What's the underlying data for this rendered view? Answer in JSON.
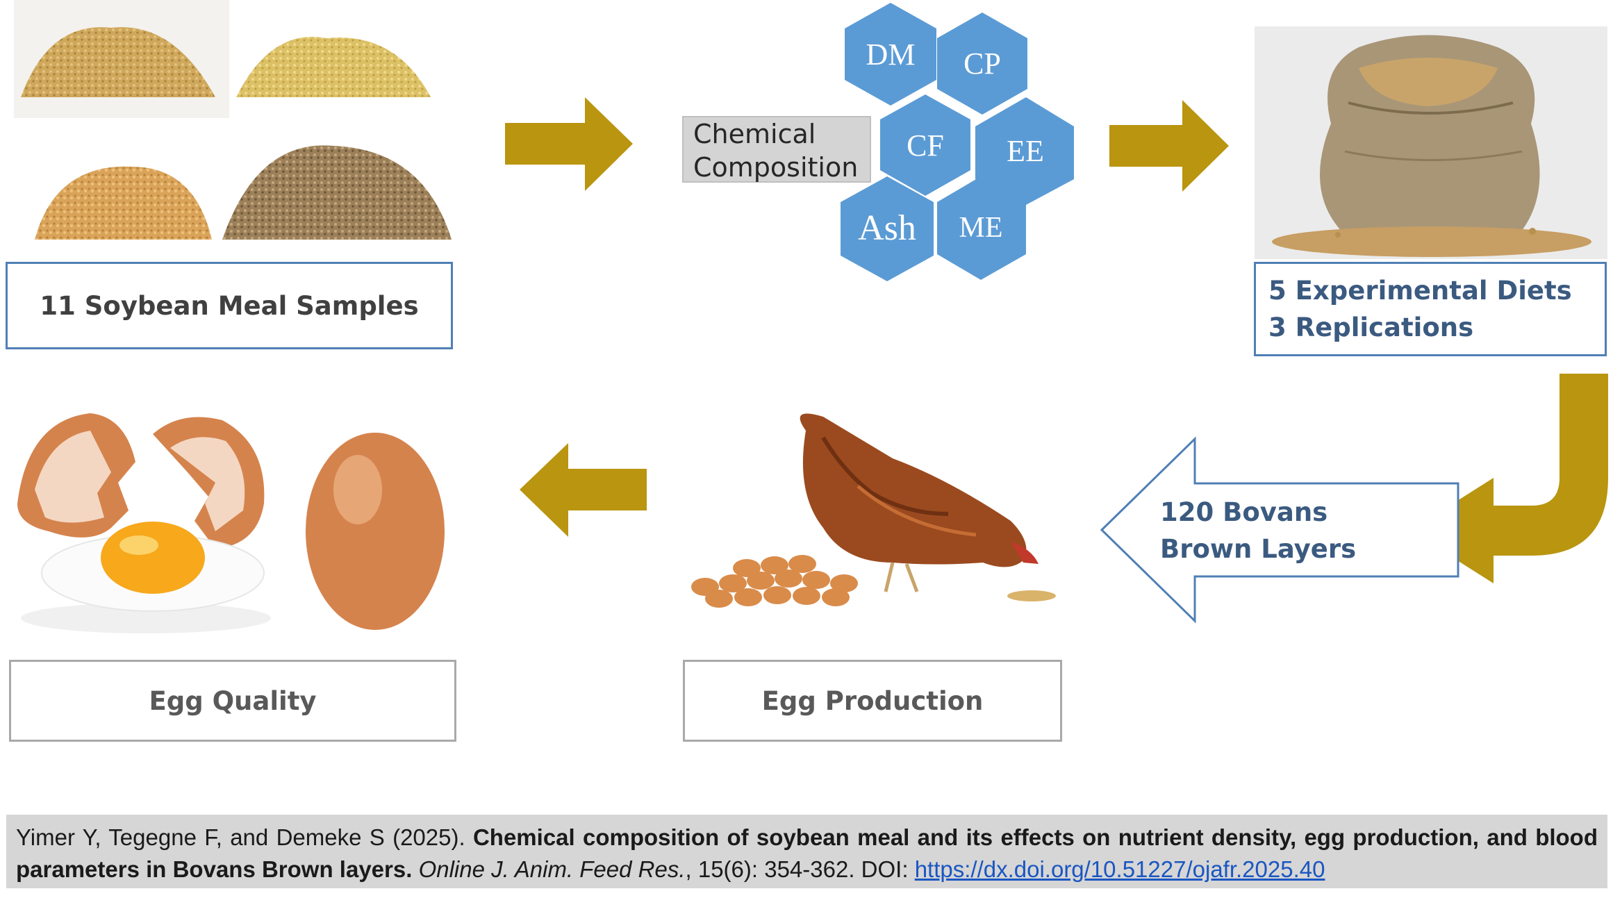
{
  "steps": {
    "samples": "11 Soybean Meal Samples",
    "chemical_label_line1": "Chemical",
    "chemical_label_line2": "Composition",
    "diets_line1": "5 Experimental Diets",
    "diets_line2": "3 Replications",
    "layers_line1": "120 Bovans",
    "layers_line2": "Brown Layers",
    "egg_production": "Egg Production",
    "egg_quality": "Egg Quality"
  },
  "hexagons": [
    "DM",
    "CP",
    "CF",
    "EE",
    "Ash",
    "ME"
  ],
  "citation": {
    "authors": "Yimer Y, Tegegne F, and Demeke S (2025).",
    "title": "Chemical composition of soybean meal and its effects on nutrient density, egg production, and blood parameters in Bovans Brown layers.",
    "journal": "Online J. Anim. Feed Res.",
    "volume": ", 15(6): 354-362. DOI:",
    "doi_url": "https://dx.doi.org/10.51227/ojafr.2025.40"
  },
  "colors": {
    "arrow_gold": "#b99510",
    "hexagon_blue": "#5b9bd5",
    "box_border_blue": "#4f7fb5",
    "box_border_gray": "#a9a9a9"
  }
}
